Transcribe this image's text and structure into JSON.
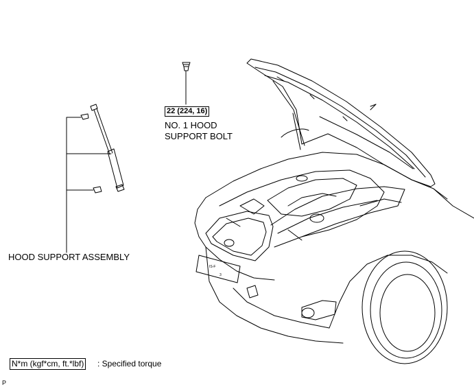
{
  "callouts": {
    "bolt_torque": "22 (224, 16)",
    "bolt_name_line1": "NO. 1 HOOD",
    "bolt_name_line2": "SUPPORT BOLT",
    "hood_support_assembly": "HOOD SUPPORT ASSEMBLY"
  },
  "legend": {
    "units": "N*m (kgf*cm, ft.*lbf)",
    "meaning": ": Specified torque"
  },
  "corner_code": "P",
  "license_plate": {
    "line1": "IS-F",
    "line2": "3"
  }
}
